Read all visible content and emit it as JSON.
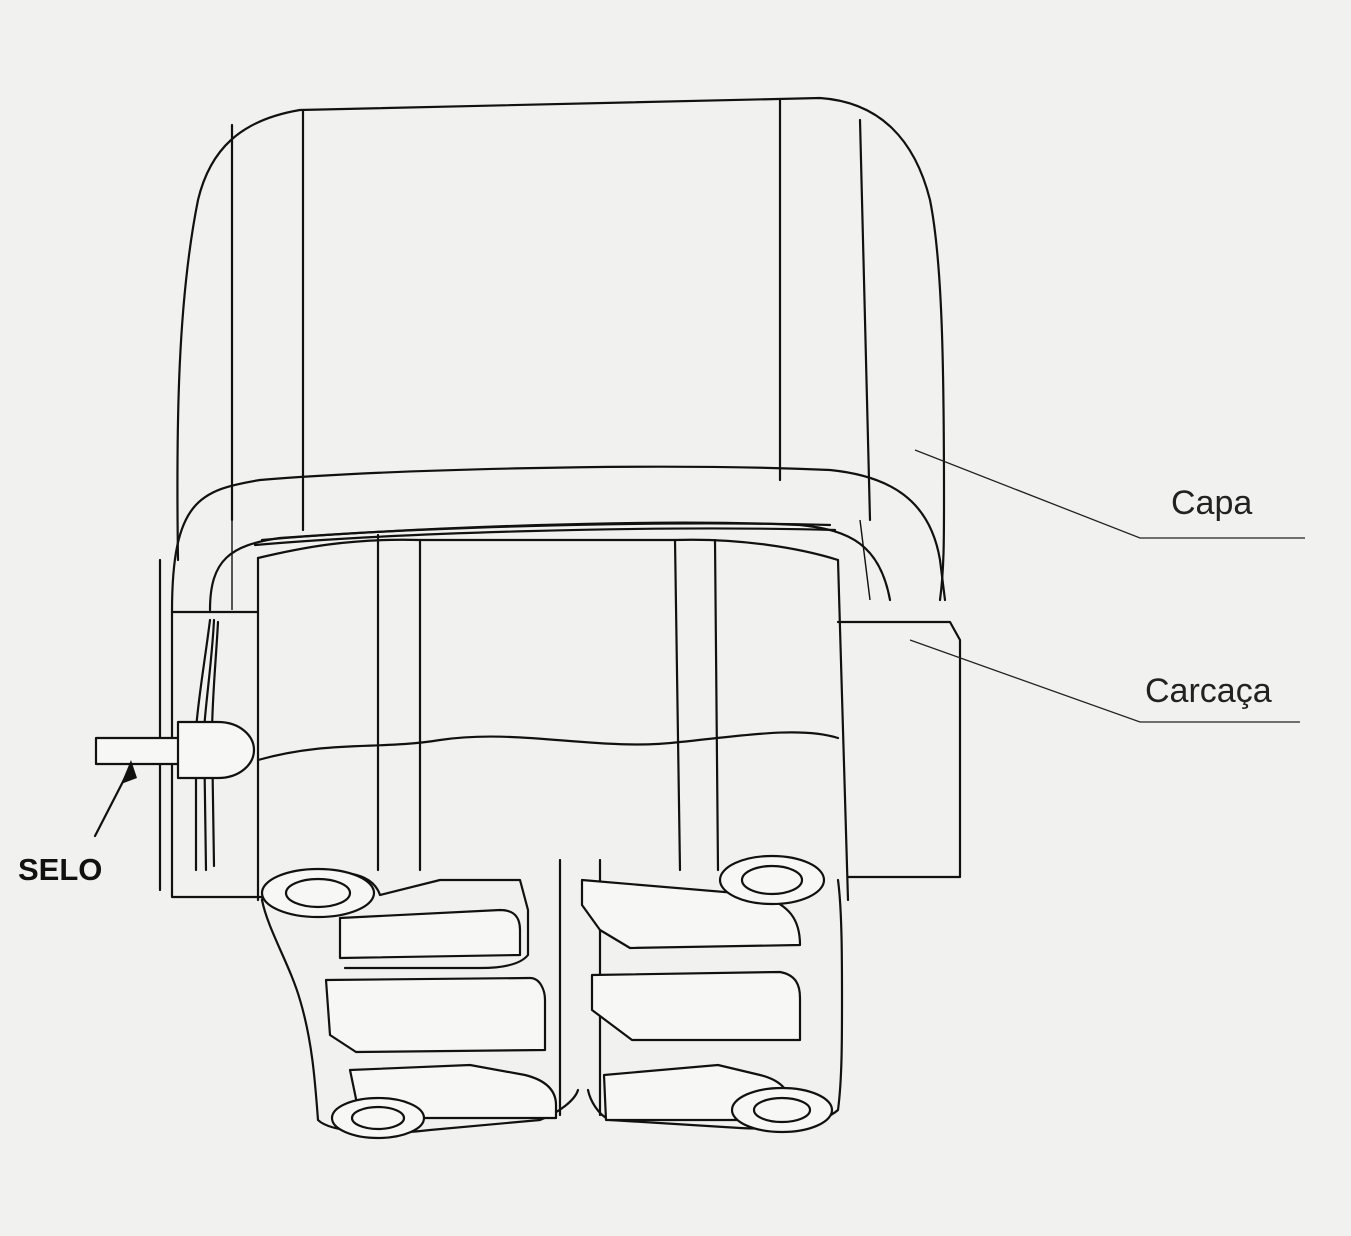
{
  "labels": {
    "capa": "Capa",
    "carcaca": "Carcaça",
    "selo": "SELO"
  }
}
